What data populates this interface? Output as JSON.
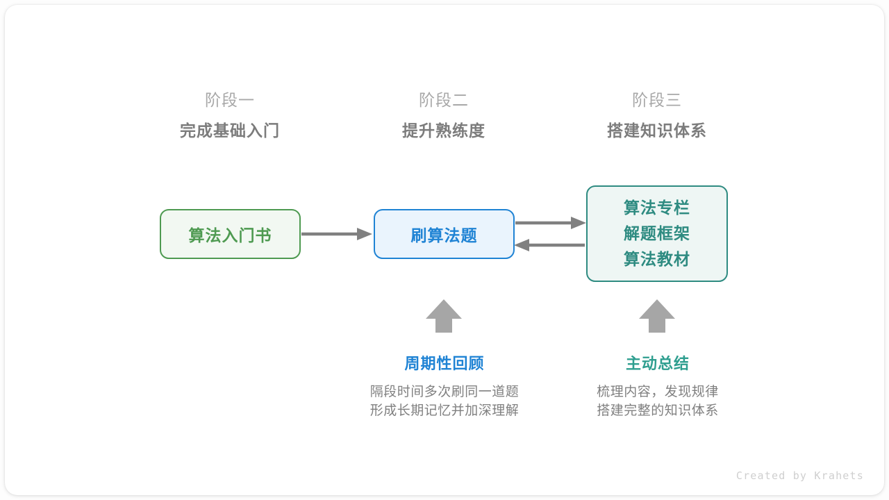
{
  "canvas": {
    "background": "#ffffff",
    "credit": "Created by Krahets"
  },
  "stages": [
    {
      "number": "阶段一",
      "title": "完成基础入门"
    },
    {
      "number": "阶段二",
      "title": "提升熟练度"
    },
    {
      "number": "阶段三",
      "title": "搭建知识体系"
    }
  ],
  "nodes": [
    {
      "id": "book",
      "lines": [
        "算法入门书"
      ],
      "color": "#4e9a51",
      "background": "#f2f8f2"
    },
    {
      "id": "practice",
      "lines": [
        "刷算法题"
      ],
      "color": "#1f83d4",
      "background": "#eaf4fd"
    },
    {
      "id": "resources",
      "lines": [
        "算法专栏",
        "解题框架",
        "算法教材"
      ],
      "color": "#2e8b81",
      "background": "#eef6f4"
    }
  ],
  "notes": [
    {
      "id": "review",
      "title": "周期性回顾",
      "color": "#1f83d4",
      "body_lines": [
        "隔段时间多次刷同一道题",
        "形成长期记忆并加深理解"
      ]
    },
    {
      "id": "summary",
      "title": "主动总结",
      "color": "#2e9e8f",
      "body_lines": [
        "梳理内容，发现规律",
        "搭建完整的知识体系"
      ]
    }
  ],
  "connectors": {
    "color": "#808080",
    "up_arrow_color": "#a6a6a6",
    "items": [
      {
        "name": "book-to-practice",
        "direction": "right"
      },
      {
        "name": "practice-to-resources",
        "direction": "right"
      },
      {
        "name": "resources-to-practice",
        "direction": "left"
      },
      {
        "name": "review-up-arrow",
        "direction": "up"
      },
      {
        "name": "summary-up-arrow",
        "direction": "up"
      }
    ]
  }
}
